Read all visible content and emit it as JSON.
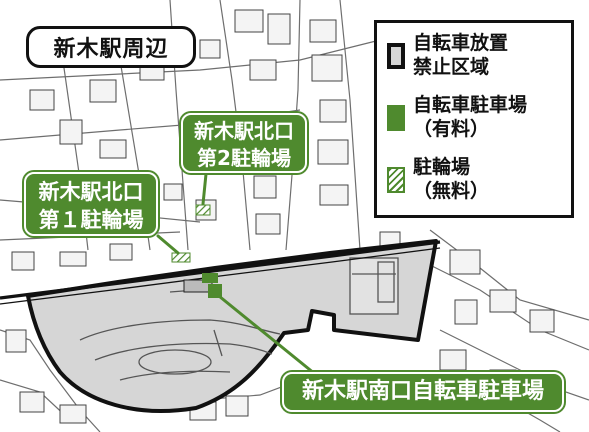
{
  "map": {
    "title": "新木駅周辺",
    "legend": [
      {
        "id": "banned",
        "line1": "自転車放置",
        "line2": "禁止区域",
        "swatch_color": "#d6d6d6",
        "border_color": "#111111"
      },
      {
        "id": "paid",
        "line1": "自転車駐車場",
        "line2": "（有料）",
        "swatch_color": "#4f8a2e"
      },
      {
        "id": "free",
        "line1": "駐輪場",
        "line2": "（無料）",
        "swatch_color": "#4f8a2e",
        "pattern": "hatched"
      }
    ],
    "labels": {
      "north2": {
        "line1": "新木駅北口",
        "line2": "第2駐輪場"
      },
      "north1": {
        "line1": "新木駅北口",
        "line2": "第１駐輪場"
      },
      "south": {
        "text": "新木駅南口自転車駐車場"
      }
    },
    "colors": {
      "accent_green": "#4f8a2e",
      "zone_fill": "#d6d6d6",
      "rail_line": "#111111"
    }
  }
}
